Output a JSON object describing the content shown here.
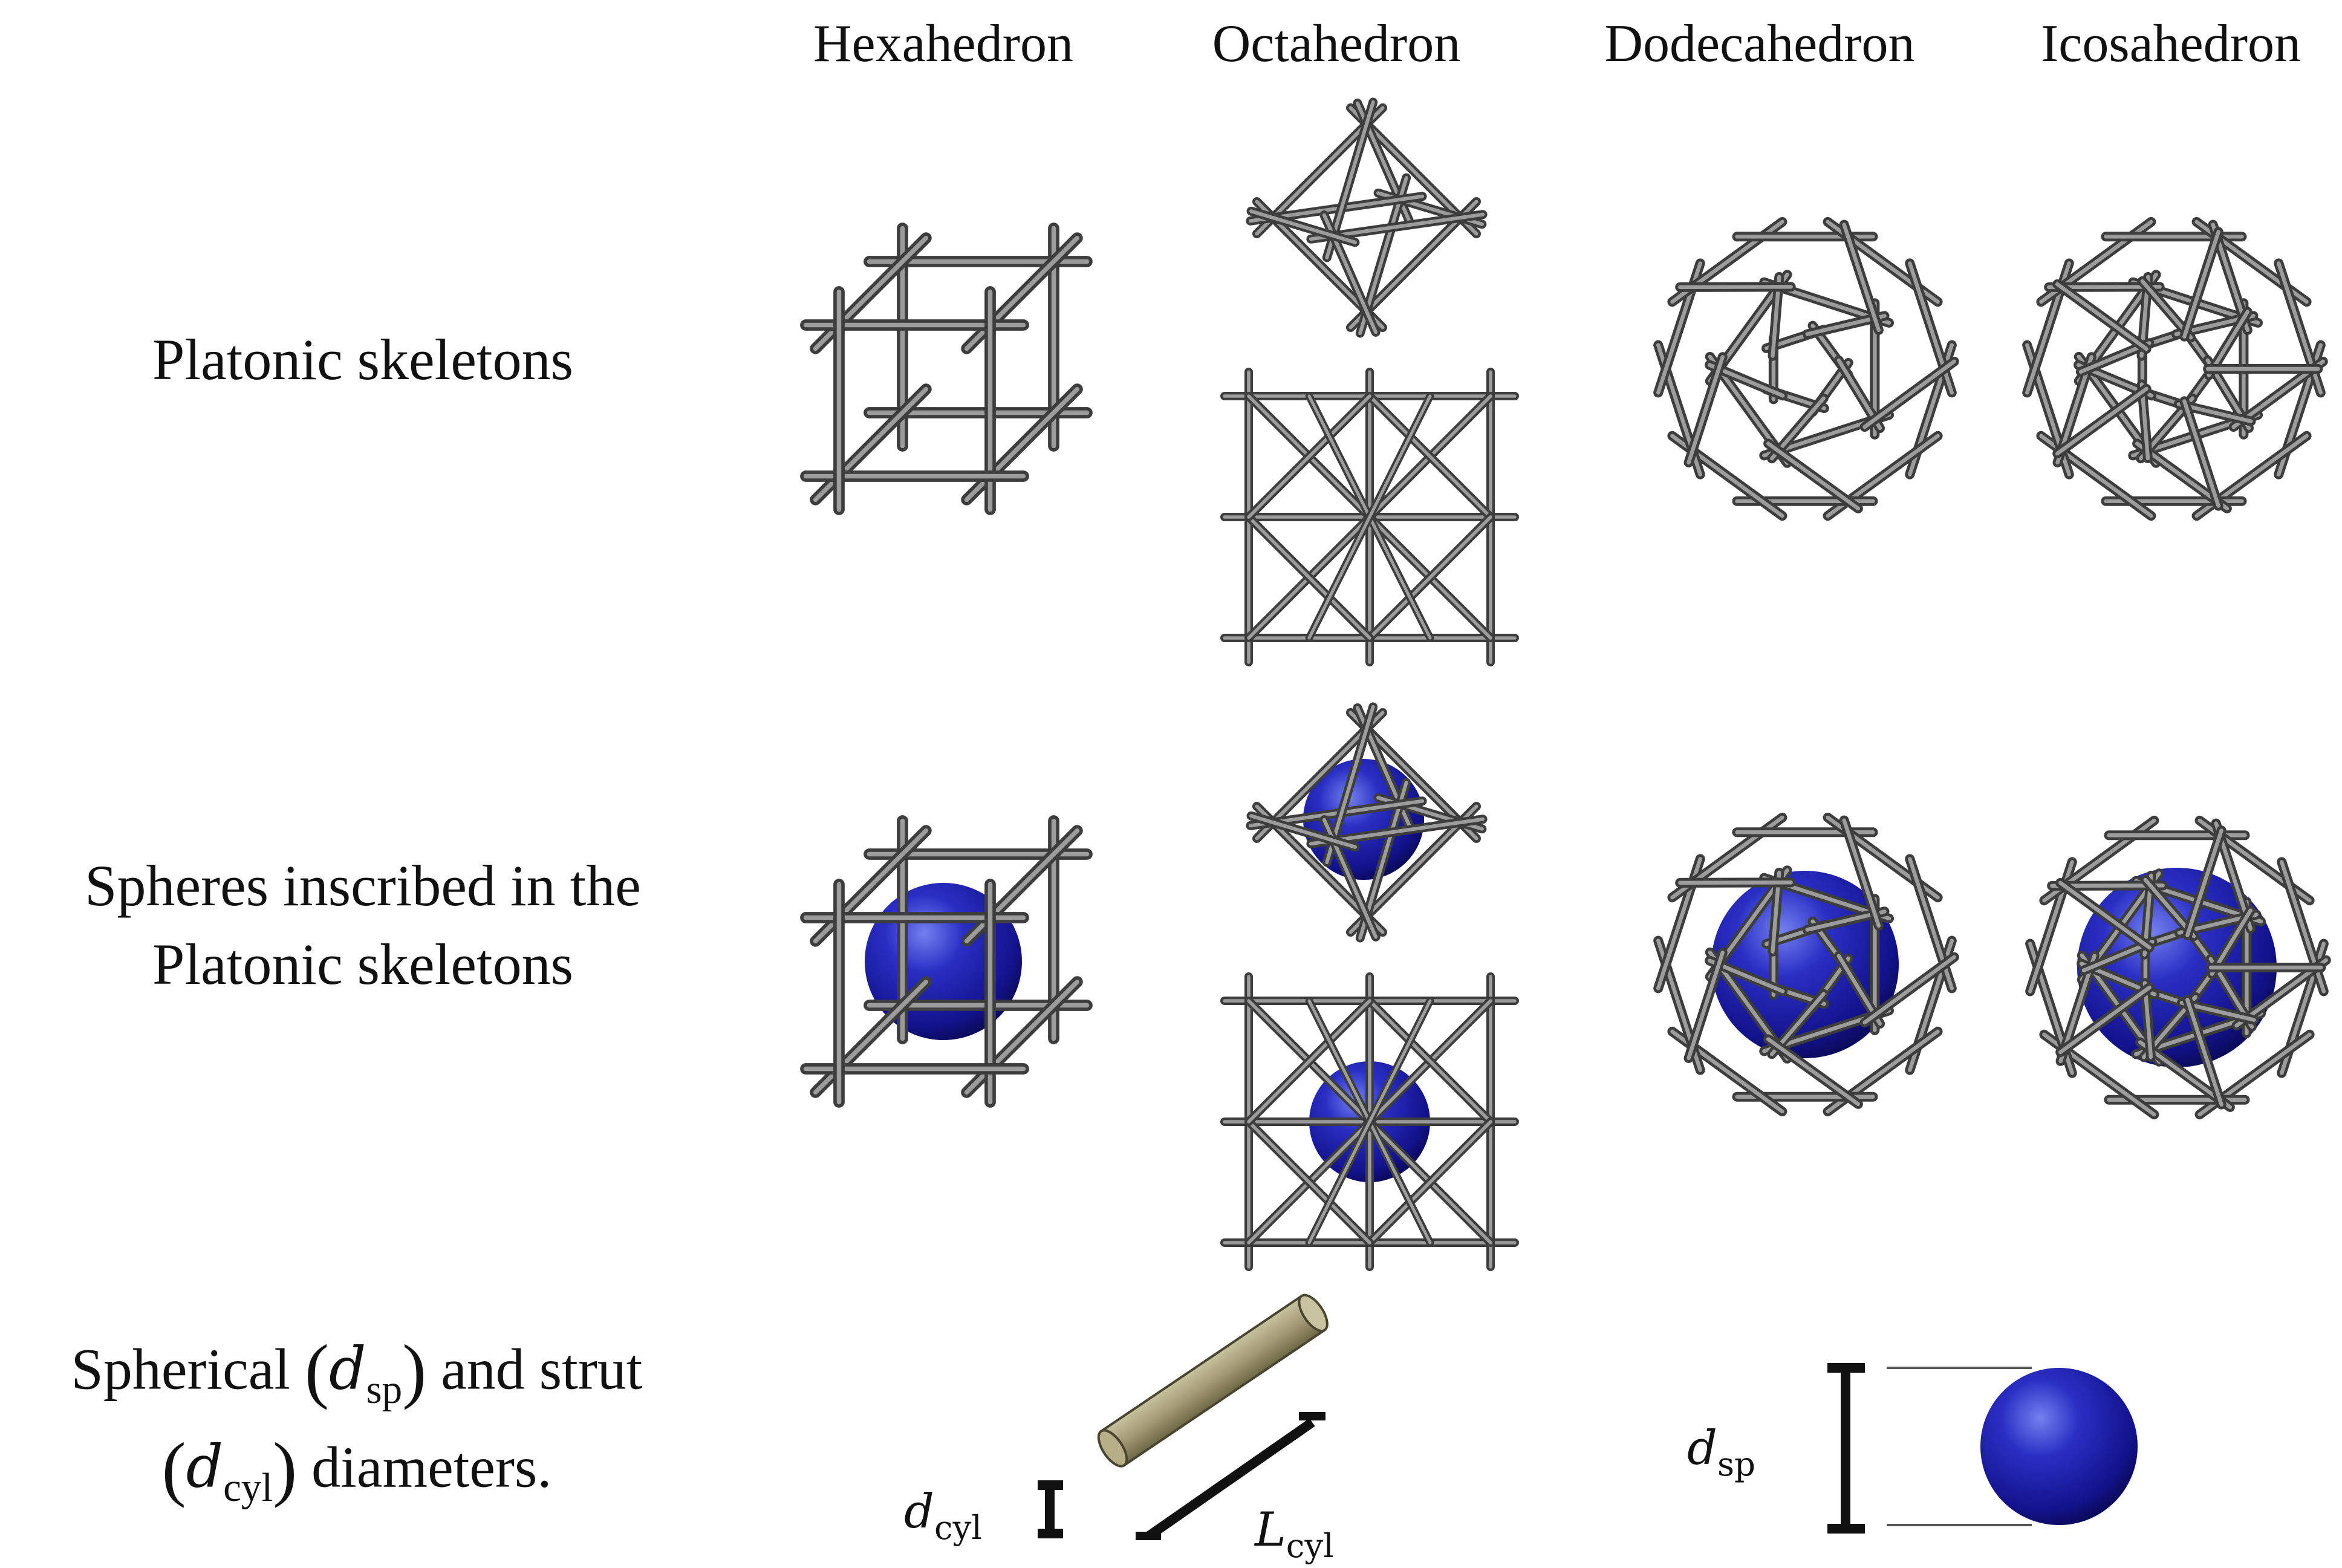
{
  "columns": [
    {
      "key": "hexahedron",
      "label": "Hexahedron"
    },
    {
      "key": "octahedron",
      "label": "Octahedron"
    },
    {
      "key": "dodecahedron",
      "label": "Dodecahedron"
    },
    {
      "key": "icosahedron",
      "label": "Icosahedron"
    }
  ],
  "rows": {
    "skeletons": {
      "label": "Platonic skeletons"
    },
    "inscribed": {
      "line1": "Spheres inscribed in the",
      "line2": "Platonic skeletons"
    },
    "diameters": {
      "line1_pre": "Spherical",
      "line1_sym": "d",
      "line1_sub": "sp",
      "line1_post": "and strut",
      "line2_sym": "d",
      "line2_sub": "cyl",
      "line2_post": "diameters."
    }
  },
  "dimensions": {
    "cyl_diameter": {
      "sym": "d",
      "sub": "cyl"
    },
    "cyl_length": {
      "sym": "L",
      "sub": "cyl"
    },
    "sphere_diameter": {
      "sym": "d",
      "sub": "sp"
    }
  },
  "colors": {
    "strut": "#5a5a5a",
    "strut_highlight": "#b8b8b8",
    "sphere": "#1d1fa8",
    "sphere_highlight": "#6c78e6",
    "cylinder": "#a39b74",
    "dimension_line": "#111111"
  }
}
